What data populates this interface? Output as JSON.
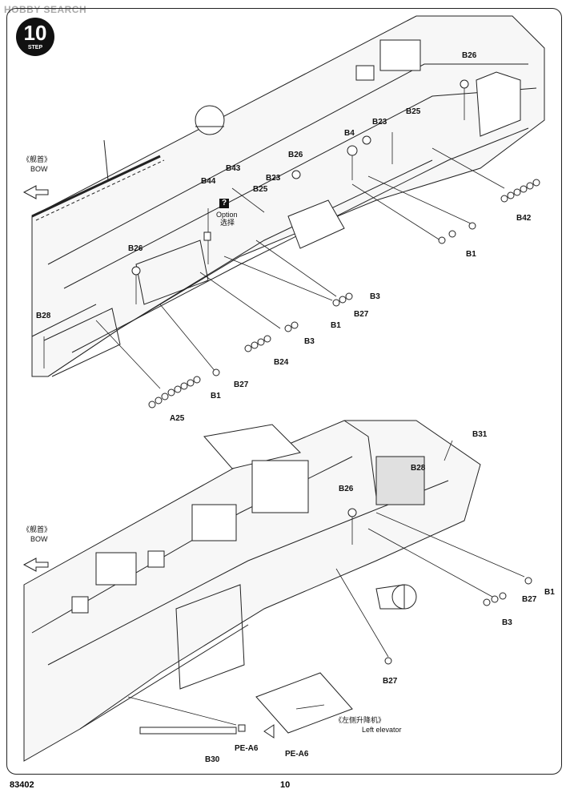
{
  "watermark": "HOBBY SEARCH",
  "step": {
    "number": "10",
    "label": "STEP"
  },
  "bow": [
    {
      "cn": "《舰首》",
      "en": "BOW"
    },
    {
      "cn": "《舰首》",
      "en": "BOW"
    }
  ],
  "option": {
    "mark": "?",
    "en": "Option",
    "cn": "选择"
  },
  "elevator": {
    "cn": "《左侧升降机》",
    "en": "Left elevator"
  },
  "parts": {
    "b26a": "B26",
    "b23a": "B23",
    "b25a": "B25",
    "b4": "B4",
    "b26b": "B26",
    "b23b": "B23",
    "b25b": "B25",
    "b43": "B43",
    "b44": "B44",
    "b42": "B42",
    "b1a": "B1",
    "b3a": "B3",
    "b27a": "B27",
    "b1b": "B1",
    "b26c": "B26",
    "b3b": "B3",
    "b24": "B24",
    "b28a": "B28",
    "b27b": "B27",
    "b1c": "B1",
    "a25": "A25",
    "b31": "B31",
    "b28b": "B28",
    "b26d": "B26",
    "b1d": "B1",
    "b27c": "B27",
    "b3c": "B3",
    "b27d": "B27",
    "b30": "B30",
    "pea6a": "PE-A6",
    "pea6b": "PE-A6"
  },
  "footer": {
    "code": "83402",
    "page": "10"
  }
}
